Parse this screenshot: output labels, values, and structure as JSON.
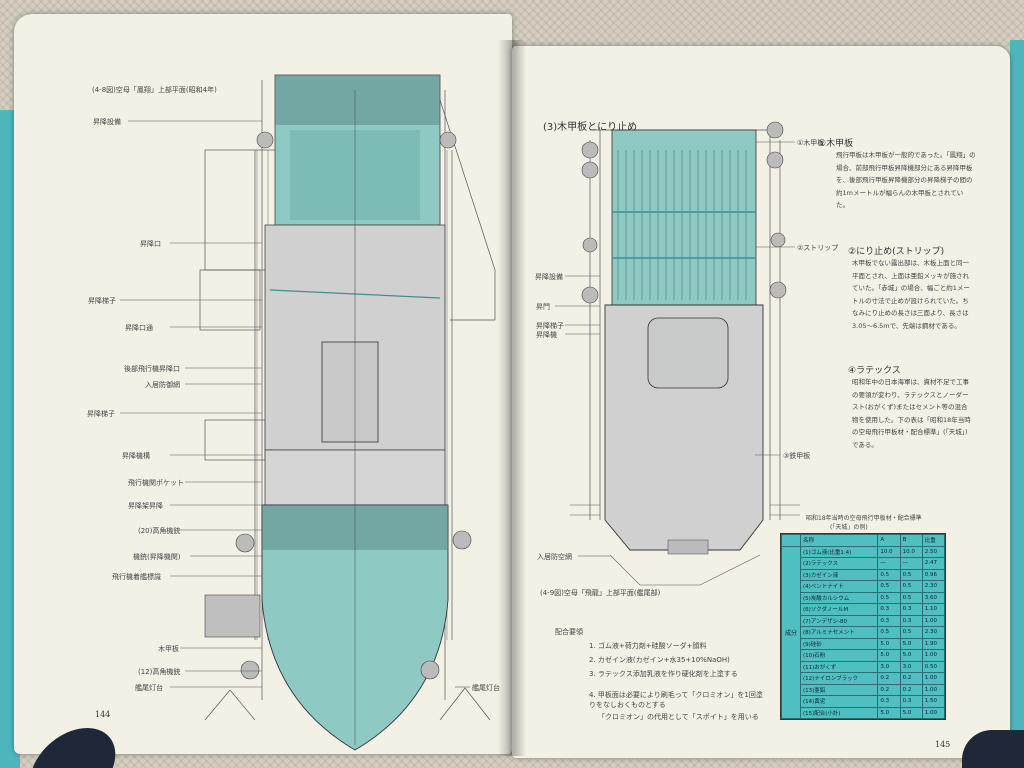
{
  "left_page": {
    "caption": "(4-8図)空母「鳳翔」上部平面(昭和4年)",
    "labels": [
      "昇降設備",
      "昇降口",
      "昇降梯子",
      "昇降口通",
      "後部飛行機昇降口",
      "入居防御網",
      "昇降梯子",
      "昇降機構",
      "飛行機関ポケット",
      "昇降架昇降",
      "(20)高角機銃",
      "機銃(昇降機関)",
      "飛行機着艦標識",
      "木甲板",
      "(12)高角機銃",
      "艦尾灯台"
    ],
    "right_label": "艦尾灯台",
    "page_number": "144"
  },
  "right_page": {
    "section_heading": "(3)木甲板とにり止め",
    "callouts": [
      "①木甲板",
      "②ストリップ",
      "③鉄甲板"
    ],
    "left_labels": [
      "昇降設備",
      "昇門",
      "昇降梯子",
      "昇降機"
    ],
    "bottom_label": "入居防空網",
    "caption": "(4-9図)空母「飛龍」上部平面(艦尾部)",
    "sections": [
      {
        "heading": "①木甲板",
        "text": "飛行甲板は木甲板が一般的であった。「鳳翔」の場合、前部飛行甲板昇降機部分にある昇降甲板を、後部飛行甲板昇降機部分の昇降梯子の間の約1mメートルが幅らんの木甲板とされていた。"
      },
      {
        "heading": "②にり止め(ストリップ)",
        "text": "木甲板でない露出部は、木板上面と同一平面とされ、上面は亜鉛メッキが施されていた。「赤城」の場合、幅ごと約1メートルの寸法で止めが設けられていた。ちなみにり止めの長さは三面より、長さは3.05〜6.5mで、先端は鋼材である。"
      },
      {
        "heading": "④ラテックス",
        "text": "昭和年中の日本海軍は、資材不足で工事の要領が変わり、ラテックスとノーダースト(おがくず)またはセメント等の混合物を使用した。下の表は「昭和18年当時の空母飛行甲板材・配合標準」(「天城」)である。"
      }
    ],
    "table_title": "昭和18年当時の空母飛行甲板材・配合標準",
    "table_subtitle": "(「天城」の例)",
    "table": {
      "headers": [
        "名称",
        "A",
        "B",
        "比重"
      ],
      "side_label": "成分",
      "rows": [
        [
          "(1)ゴム液(比重1.4)",
          "10.0",
          "10.0",
          "2.50"
        ],
        [
          "(2)ラテックス",
          "—",
          "—",
          "2.47"
        ],
        [
          "(3)カゼイン液",
          "0.5",
          "0.5",
          "0.96"
        ],
        [
          "(4)ベントナイト",
          "0.5",
          "0.5",
          "2.30"
        ],
        [
          "(5)炭酸カルシウム",
          "0.5",
          "0.5",
          "3.60"
        ],
        [
          "(6)ソクダノールM",
          "0.3",
          "0.3",
          "1.10"
        ],
        [
          "(7)アンデザシ-80",
          "0.3",
          "0.3",
          "1.00"
        ],
        [
          "(8)アルミナセメント",
          "0.5",
          "0.5",
          "2.30"
        ],
        [
          "(9)硅砂",
          "5.0",
          "5.0",
          "1.90"
        ],
        [
          "(10)石粉",
          "5.0",
          "5.0",
          "1.00"
        ],
        [
          "(11)おがくず",
          "3.0",
          "3.0",
          "0.50"
        ],
        [
          "(12)ナイロンブラック",
          "0.2",
          "0.2",
          "1.00"
        ],
        [
          "(13)亜鉛",
          "0.2",
          "0.2",
          "1.00"
        ],
        [
          "(14)黄泥",
          "0.3",
          "0.3",
          "1.50"
        ],
        [
          "(15)配合(小計)",
          "5.0",
          "5.0",
          "1.00"
        ]
      ]
    },
    "notes_title": "配合要領",
    "notes": [
      "1. ゴム液+荷力剤+硅酸ソーダ+顔料",
      "2. カゼイン液(カゼイン+水35+10%NaOH)",
      "3. ラテックス添加乳液を作り硬化剤を上塗する",
      "4. 甲板面は必要により刷毛って「クロミオン」を1回塗りをなしおくものとする",
      "「クロミオン」の代用として「スポイト」を用いる"
    ],
    "page_number": "145"
  },
  "colors": {
    "teal_deck": "#8fc9c4",
    "steel_deck": "#cfd0cf",
    "teal_table": "#4fbfc2",
    "paper": "#f3f1e6"
  }
}
